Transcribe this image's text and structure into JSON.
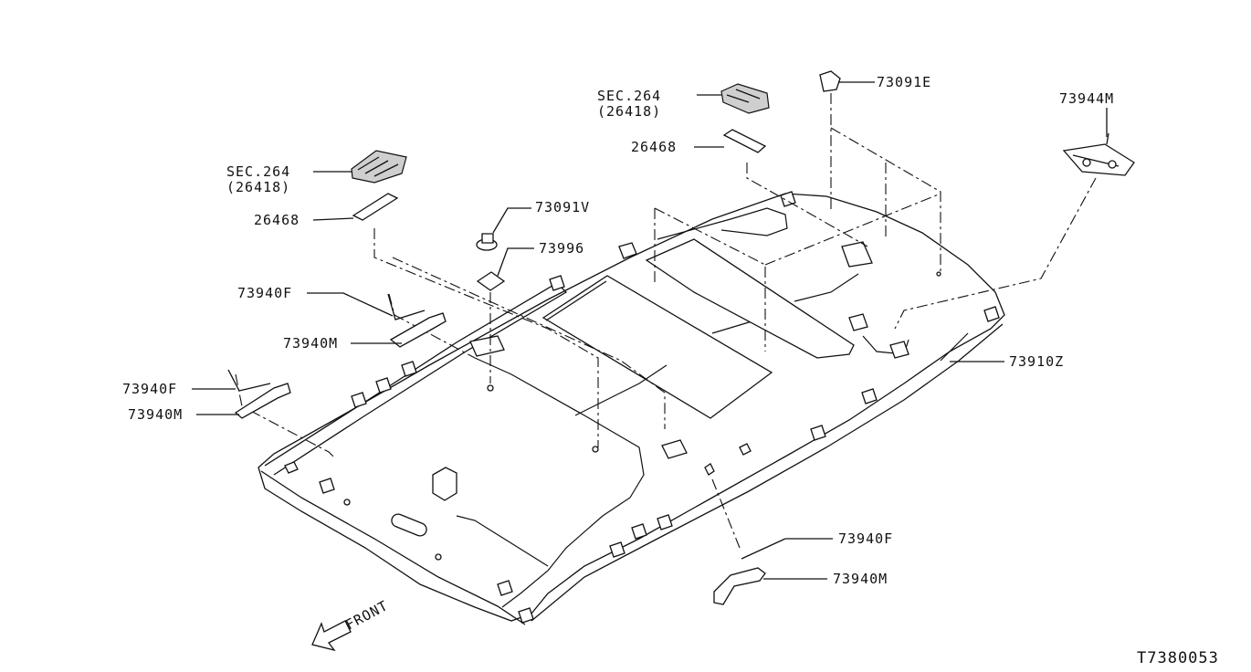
{
  "callouts": [
    {
      "id": "sec264_left",
      "line1": "SEC.264",
      "line2": "(26418)"
    },
    {
      "id": "lamp_left",
      "text": "26468"
    },
    {
      "id": "sec264_right",
      "line1": "SEC.264",
      "line2": "(26418)"
    },
    {
      "id": "lamp_right",
      "text": "26468"
    },
    {
      "id": "clip_e",
      "text": "73091E"
    },
    {
      "id": "clip_v",
      "text": "73091V"
    },
    {
      "id": "pad",
      "text": "73996"
    },
    {
      "id": "bracket_m_right",
      "text": "73944M"
    },
    {
      "id": "grip_f_1",
      "text": "73940F"
    },
    {
      "id": "grip_m_1",
      "text": "73940M"
    },
    {
      "id": "grip_f_2",
      "text": "73940F"
    },
    {
      "id": "grip_m_2",
      "text": "73940M"
    },
    {
      "id": "headlining",
      "text": "73910Z"
    },
    {
      "id": "grip_f_3",
      "text": "73940F"
    },
    {
      "id": "grip_m_3",
      "text": "73940M"
    }
  ],
  "front_label": "FRONT",
  "figure_id": "T7380053"
}
